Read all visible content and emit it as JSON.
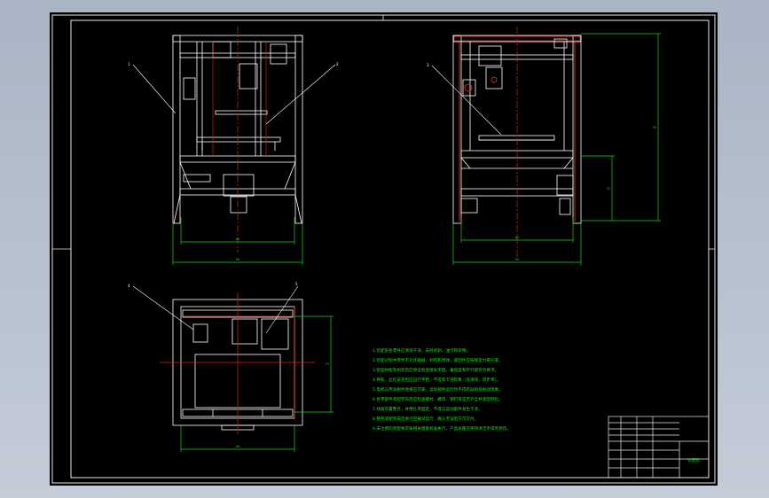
{
  "drawing": {
    "colors": {
      "frame": "#e8e8e8",
      "structure": "#ffffff",
      "dimension": "#19d219",
      "centerline": "#e02020",
      "highlight": "#ff3030",
      "background": "#000000",
      "chrome": "#b7c0ce"
    },
    "balloons": {
      "front_left": "1",
      "front_right": "2",
      "side": "3",
      "top_left": "4",
      "top_right": "5"
    },
    "dimensions": {
      "front_inner": "80",
      "front_overall": "90",
      "side_inner": "80",
      "side_overall": "90",
      "side_height": "95",
      "side_lower_height": "25",
      "top_width": "80",
      "top_depth": "75"
    },
    "notes": [
      "1.装配前各零件应清洗干净，去除毛刺、油污和杂物。",
      "2.装配过程中零件不允许磕碰、划伤和锈蚀，紧固件应按规定力矩拧紧。",
      "3.铝型材框架组装后应保证各连接处牢固，垂直度和平行度符合要求。",
      "4.导轨、丝杠安装后应运行平稳，不得有卡滞现象（含滑块、同步带）。",
      "5.电机与传动部件连接应可靠，运动部件运行时不得有异响及振动现象。",
      "6.各零部件装配完毕后应检查螺栓、螺母、销钉等是否齐全并紧固到位。",
      "7.线缆布置整齐，并用扎带固定，不得与运动部件发生干涉。",
      "8.整机装配完成后进行空载试运行，确认无误后方可交付。",
      "9.未注明的装配要求按相关国家标准执行，产品表面应保持清洁不得有损伤。"
    ],
    "title_block": {
      "title": "装配图"
    }
  }
}
